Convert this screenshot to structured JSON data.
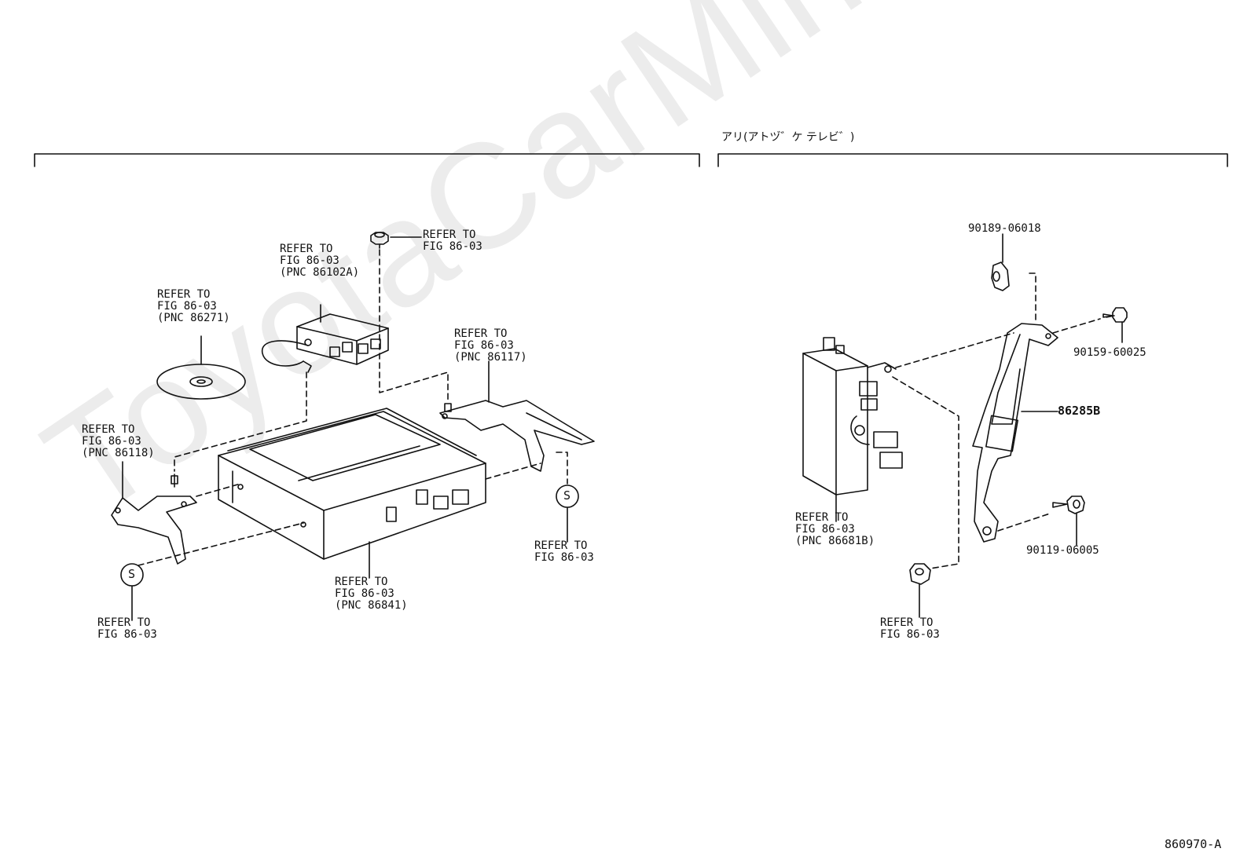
{
  "watermark": "ToyotaCarMine.ru",
  "section_right_title": "アリ(アトヅ゛ケ テレビ゛)",
  "figure_code": "860970-A",
  "labels": {
    "top_nut": [
      "REFER TO",
      "FIG 86-03"
    ],
    "amp": [
      "REFER TO",
      "FIG 86-03",
      " (PNC 86102A)"
    ],
    "disc": [
      "REFER TO",
      "FIG 86-03",
      " (PNC 86271)"
    ],
    "bracket_right": [
      "REFER TO",
      "FIG 86-03",
      " (PNC 86117)"
    ],
    "bracket_left": [
      "REFER TO",
      "FIG 86-03",
      " (PNC 86118)"
    ],
    "s_left": [
      "REFER TO",
      "FIG 86-03"
    ],
    "s_right": [
      "REFER TO",
      "FIG 86-03"
    ],
    "main_unit": [
      "REFER TO",
      "FIG 86-03",
      " (PNC 86841)"
    ],
    "tv_unit": [
      "REFER TO",
      "FIG 86-03",
      " (PNC 86681B)"
    ],
    "nut_bottom": [
      "REFER TO",
      "FIG 86-03"
    ],
    "p90189": "90189-06018",
    "p90159": "90159-60025",
    "p86285": "86285B",
    "p90119": "90119-06005",
    "s_symbol": "S"
  }
}
